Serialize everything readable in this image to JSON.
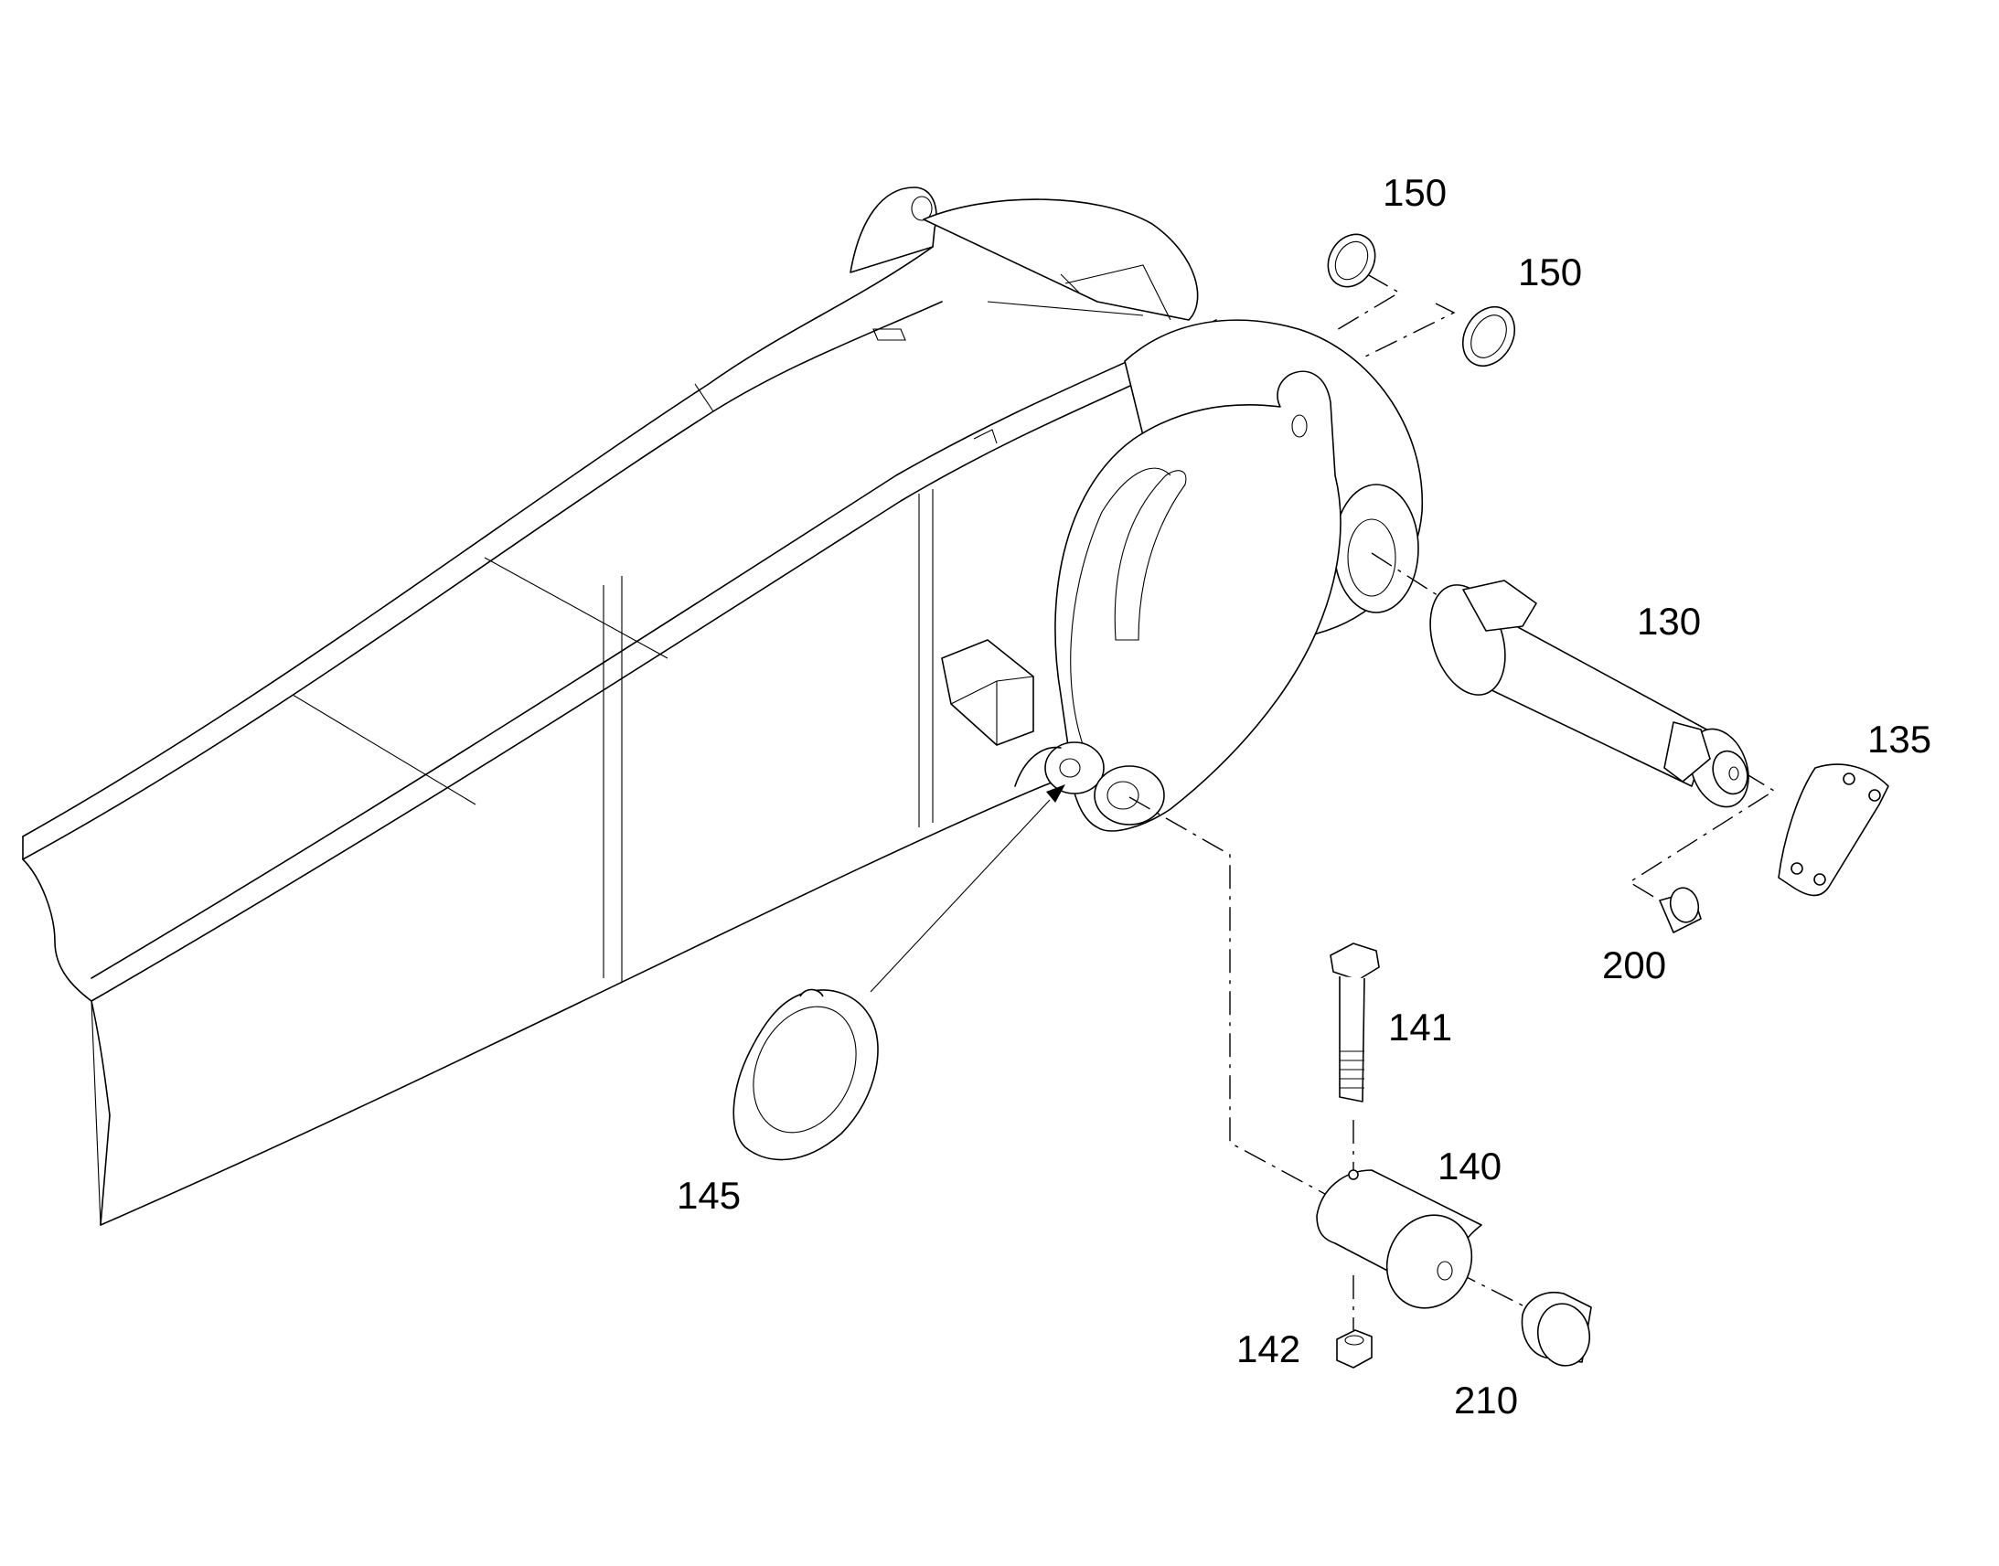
{
  "parts": [
    {
      "id": "p150a",
      "label": "150",
      "part": "ring"
    },
    {
      "id": "p150b",
      "label": "150",
      "part": "ring"
    },
    {
      "id": "p130",
      "label": "130",
      "part": "pin"
    },
    {
      "id": "p135",
      "label": "135",
      "part": "plate"
    },
    {
      "id": "p200",
      "label": "200",
      "part": "plug"
    },
    {
      "id": "p141",
      "label": "141",
      "part": "bolt"
    },
    {
      "id": "p140",
      "label": "140",
      "part": "pin"
    },
    {
      "id": "p145",
      "label": "145",
      "part": "shim"
    },
    {
      "id": "p142",
      "label": "142",
      "part": "nut"
    },
    {
      "id": "p210",
      "label": "210",
      "part": "plug"
    }
  ]
}
